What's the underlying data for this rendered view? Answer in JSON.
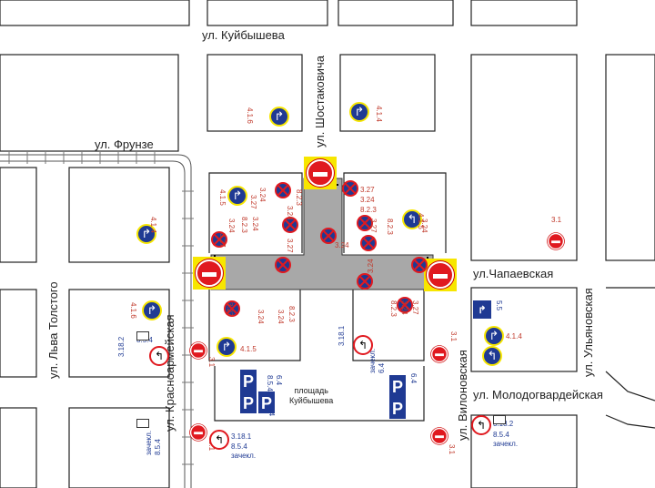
{
  "streets": {
    "kuibysheva": "ул. Куйбышева",
    "shostakovicha": "ул. Шостаковича",
    "frunze": "ул. Фрунзе",
    "chapaevskaya": "ул.Чапаевская",
    "lva_tolstogo": "ул. Льва Толстого",
    "krasnoarmeiskaya": "ул. Красноармейская",
    "vilonovskaya": "ул. Вилоновская",
    "ulyanovskaya": "ул. Ульяновская",
    "molodogvardeiskaya": "ул. Молодогвардейская"
  },
  "square": {
    "line1": "площадь",
    "line2": "Куйбышева"
  },
  "signs": {
    "s327": "3.27",
    "s324": "3.24",
    "s823": "8.2.3",
    "s415": "4.1.5",
    "s414": "4.1.4",
    "s416": "4.1.6",
    "s31": "3.1",
    "s3182": "3.18.2",
    "s3181": "3.18.1",
    "s854": "8.5.4",
    "s64": "6.4",
    "s55": "5.5",
    "zachekl": "зачекл.",
    "park_letter": "P",
    "dir_straight_right": "↱",
    "dir_straight_left": "↰",
    "noturn_glyph": "↰"
  },
  "colors": {
    "closed_zone": "#a8a8a8",
    "no_entry_red": "#e0191f",
    "sign_blue": "#1f3a93",
    "highlight_yellow": "#f7e600"
  }
}
